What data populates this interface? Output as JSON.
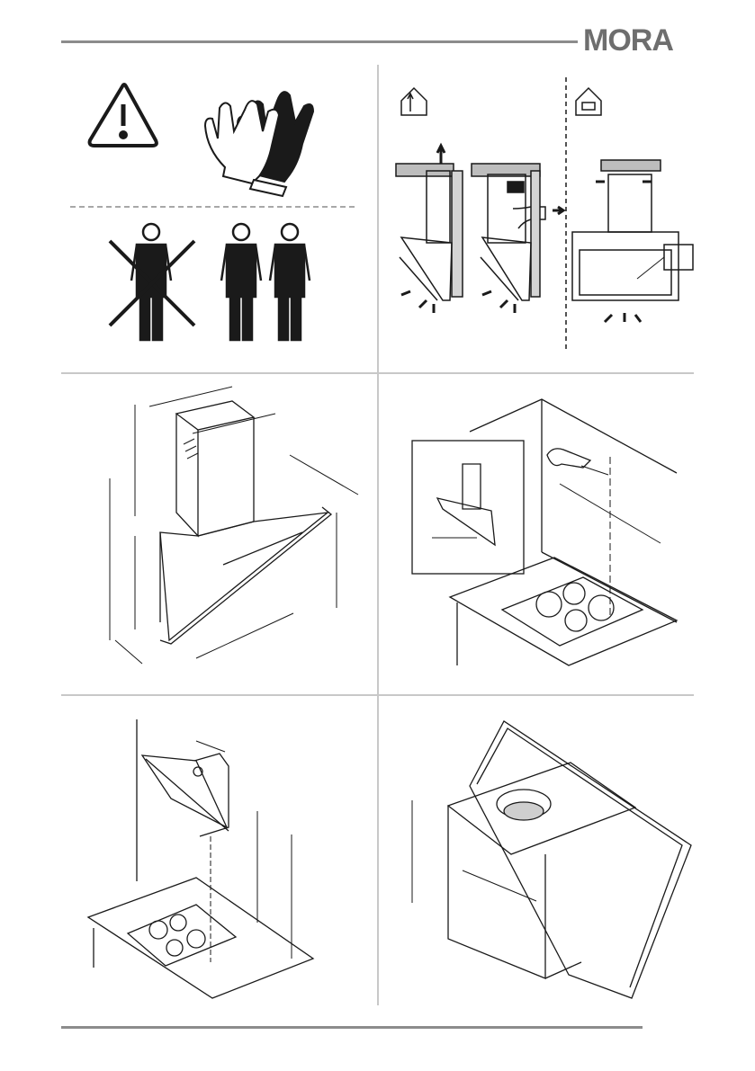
{
  "header": {
    "brand": "MORA"
  },
  "panels": [
    {
      "id": "safety",
      "icons": [
        "warning-triangle-icon",
        "gloves-icon",
        "one-person-crossed-icon",
        "two-persons-icon"
      ]
    },
    {
      "id": "operation-modes",
      "icons": [
        "exhaust-house-icon",
        "recirculation-house-icon"
      ]
    },
    {
      "id": "dimensions-diagram"
    },
    {
      "id": "wall-marking-diagram"
    },
    {
      "id": "mounting-height-diagram"
    },
    {
      "id": "hood-underside-diagram"
    }
  ],
  "colors": {
    "rule": "#8c8c8c",
    "divider": "#c8c8c8",
    "ink": "#1a1a1a"
  }
}
